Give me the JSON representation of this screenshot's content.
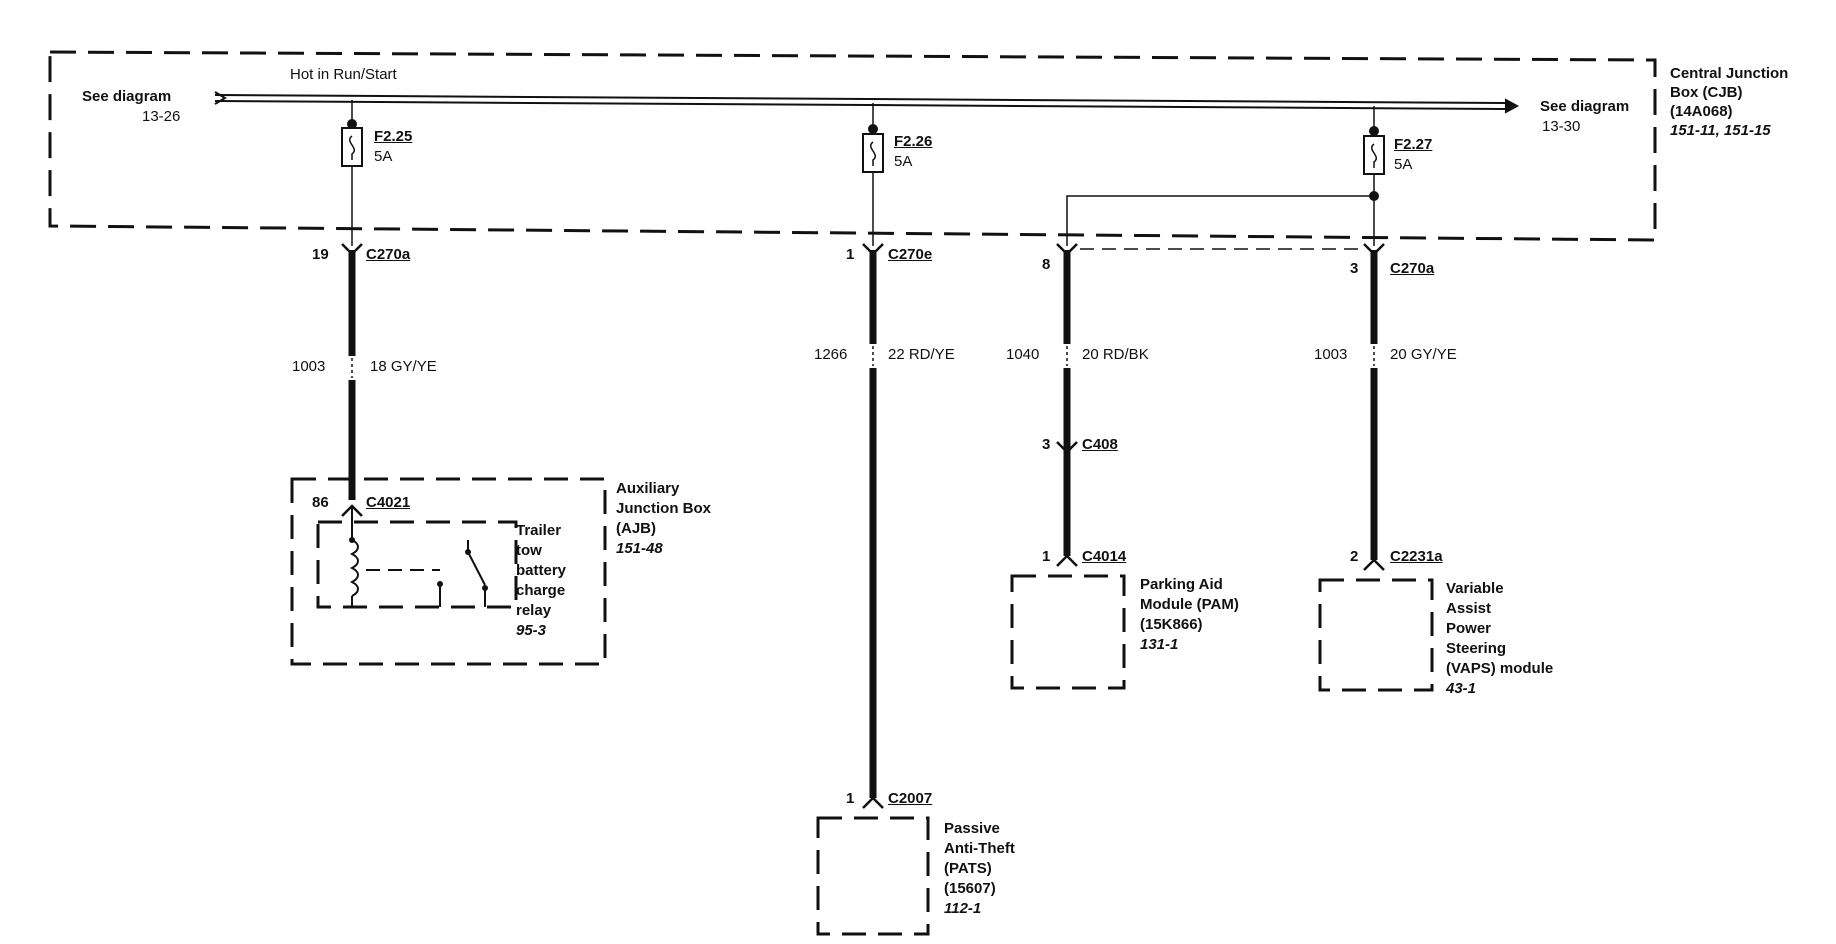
{
  "hot_label": "Hot in Run/Start",
  "left_ref": {
    "text": "See diagram",
    "page": "13-26"
  },
  "right_ref": {
    "text": "See diagram",
    "page": "13-30"
  },
  "cjb": {
    "line1": "Central Junction",
    "line2": "Box (CJB)",
    "line3": "(14A068)",
    "refs": "151-11, 151-15"
  },
  "fuses": [
    {
      "id": "F2.25",
      "rating": "5A"
    },
    {
      "id": "F2.26",
      "rating": "5A"
    },
    {
      "id": "F2.27",
      "rating": "5A"
    }
  ],
  "circuits": [
    {
      "pin_top": "19",
      "connector_top": "C270a",
      "circuit": "1003",
      "wire": "18 GY/YE",
      "pin_bottom": "86",
      "connector_bottom": "C4021"
    },
    {
      "pin_top": "1",
      "connector_top": "C270e",
      "circuit": "1266",
      "wire": "22 RD/YE",
      "pin_bottom": "1",
      "connector_bottom": "C2007"
    },
    {
      "pin_top": "8",
      "circuit": "1040",
      "wire": "20 RD/BK",
      "pin_mid": "3",
      "connector_mid": "C408",
      "pin_bottom": "1",
      "connector_bottom": "C4014"
    },
    {
      "pin_top": "3",
      "connector_top": "C270a",
      "circuit": "1003",
      "wire": "20 GY/YE",
      "pin_bottom": "2",
      "connector_bottom": "C2231a"
    }
  ],
  "ajb": {
    "line1": "Auxiliary",
    "line2": "Junction Box",
    "line3": "(AJB)",
    "ref": "151-48"
  },
  "relay": {
    "line1": "Trailer",
    "line2": "tow",
    "line3": "battery",
    "line4": "charge",
    "line5": "relay",
    "ref": "95-3"
  },
  "pats": {
    "line1": "Passive",
    "line2": "Anti-Theft",
    "line3": "(PATS)",
    "line4": "(15607)",
    "ref": "112-1"
  },
  "pam": {
    "line1": "Parking Aid",
    "line2": "Module (PAM)",
    "line3": "(15K866)",
    "ref": "131-1"
  },
  "vaps": {
    "line1": "Variable",
    "line2": "Assist",
    "line3": "Power",
    "line4": "Steering",
    "line5": "(VAPS) module",
    "ref": "43-1"
  }
}
